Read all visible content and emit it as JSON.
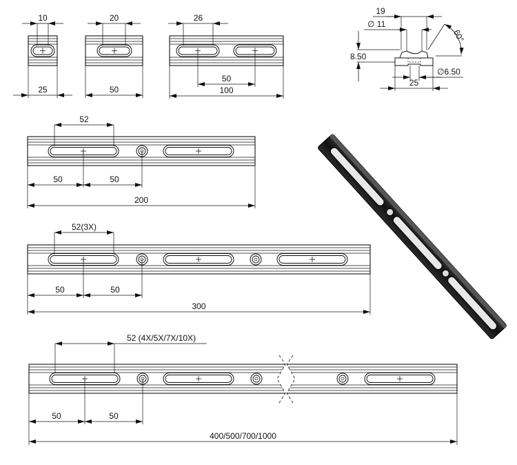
{
  "rail_25": {
    "slot_width": "10",
    "length": "25"
  },
  "rail_50": {
    "slot_width": "20",
    "length": "50"
  },
  "rail_100": {
    "slot_width": "26",
    "pitch": "50",
    "length": "100"
  },
  "rail_200": {
    "slot_pitch": "52",
    "offset_a": "50",
    "offset_b": "50",
    "length": "200"
  },
  "rail_300": {
    "slot_pitch": "52(3X)",
    "offset_a": "50",
    "offset_b": "50",
    "length": "300"
  },
  "rail_long": {
    "slot_pitch": "52  (4X/5X/7X/10X)",
    "offset_a": "50",
    "offset_b": "50",
    "length": "400/500/700/1000"
  },
  "section": {
    "top_width": "19",
    "groove_dia": "∅ 11",
    "height": "8.50",
    "angle": "60°",
    "hole_dia": "∅6.50",
    "base_width": "25"
  },
  "colors": {
    "line": "#111111",
    "rail_3d": "#1c1c1c"
  }
}
